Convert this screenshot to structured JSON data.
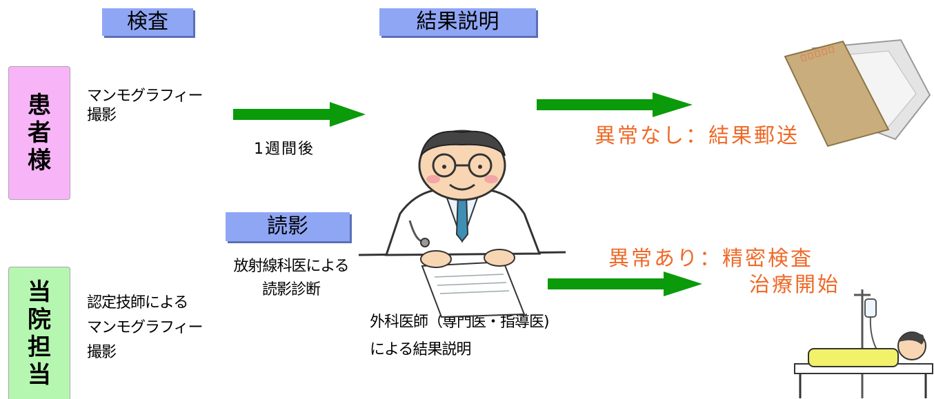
{
  "headers": {
    "exam": "検査",
    "result_explanation": "結果説明",
    "reading": "読影"
  },
  "side_labels": {
    "patient": [
      "患",
      "者",
      "様"
    ],
    "hospital": [
      "当",
      "院",
      "担",
      "当"
    ]
  },
  "texts": {
    "patient_mammo": [
      "マンモグラフィー",
      "撮影"
    ],
    "one_week_later": "1週間後",
    "hospital_mammo": [
      "認定技師による",
      "マンモグラフィー",
      "撮影"
    ],
    "radiologist": [
      "放射線科医による",
      "読影診断"
    ],
    "surgeon": [
      "外科医師（専門医・指導医)",
      "による結果説明"
    ]
  },
  "outcomes": {
    "normal": "異常なし：結果郵送",
    "abnormal_line1": "異常あり：精密検査",
    "abnormal_line2": "治療開始"
  },
  "colors": {
    "header_bg": "#8fa6f5",
    "patient_label_bg": "#f7b5f7",
    "hospital_label_bg": "#b5f7b0",
    "arrow": "#0a9a0a",
    "outcome_text": "#ee6a28"
  },
  "icons": [
    "envelope-icon",
    "doctor-illustration",
    "patient-bed-illustration"
  ]
}
